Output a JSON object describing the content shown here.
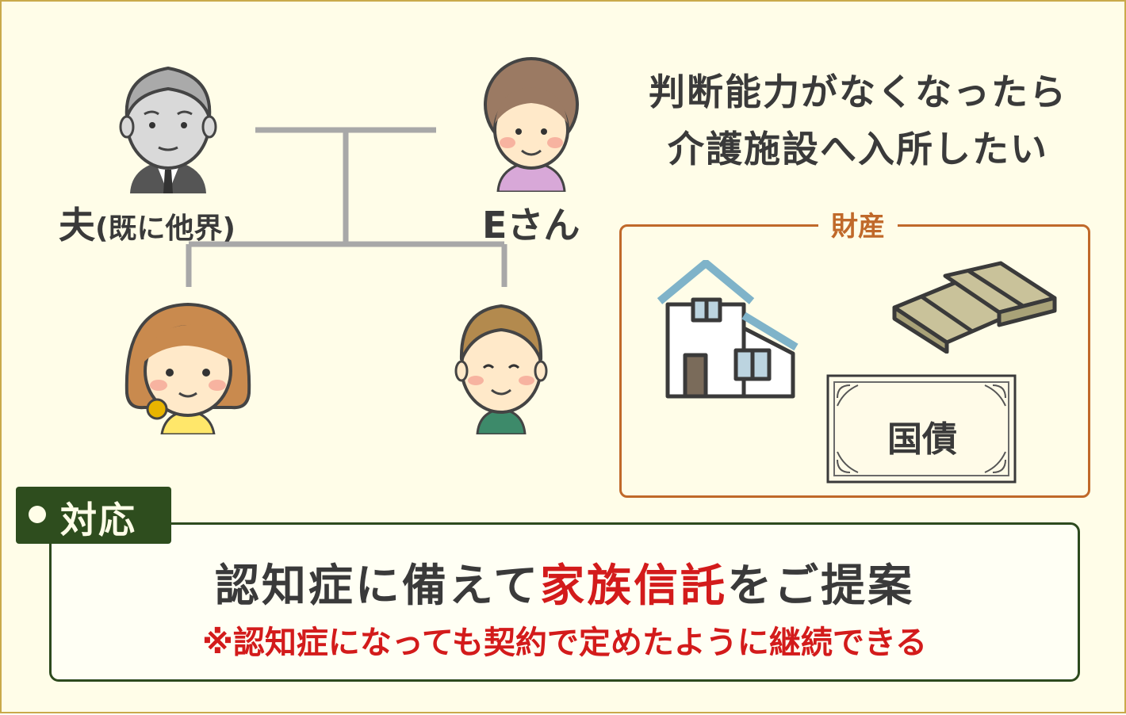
{
  "family": {
    "husband_label": "夫",
    "husband_note": "(既に他界)",
    "mother_label": "Eさん"
  },
  "wish": {
    "line1": "判断能力がなくなったら",
    "line2": "介護施設へ入所したい"
  },
  "assets": {
    "title": "財産",
    "bond_label": "国債"
  },
  "response": {
    "tag": "対応",
    "main_prefix": "認知症に備えて",
    "main_highlight": "家族信託",
    "main_suffix": "をご提案",
    "note": "※認知症になっても契約で定めたように継続できる"
  },
  "colors": {
    "background": "#fffde8",
    "frame": "#c9a94b",
    "assets_accent": "#c0692a",
    "response_green": "#2e4d1e",
    "highlight_red": "#d31b1b",
    "text": "#3a3a3a"
  }
}
